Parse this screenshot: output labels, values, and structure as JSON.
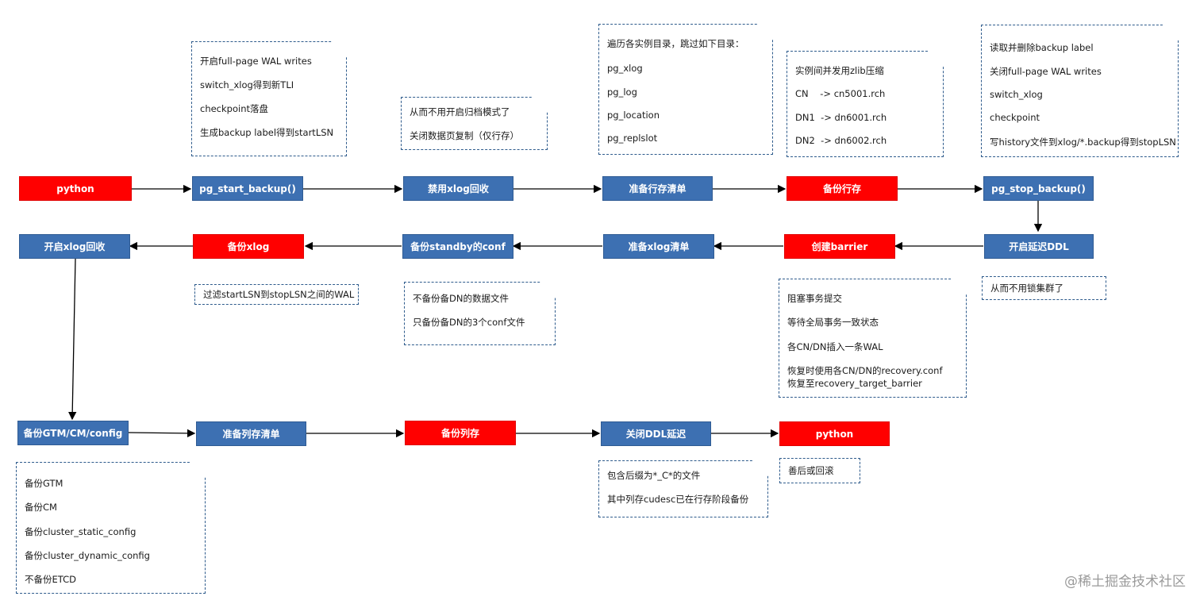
{
  "nodes": {
    "python_start": "python",
    "pg_start_backup": "pg_start_backup()",
    "disable_xlog_recycle": "禁用xlog回收",
    "prepare_row_list": "准备行存清单",
    "backup_row": "备份行存",
    "pg_stop_backup": "pg_stop_backup()",
    "enable_ddl_delay": "开启延迟DDL",
    "create_barrier": "创建barrier",
    "prepare_xlog_list": "准备xlog清单",
    "backup_standby_conf": "备份standby的conf",
    "backup_xlog": "备份xlog",
    "enable_xlog_recycle": "开启xlog回收",
    "backup_gtm_cm_config": "备份GTM/CM/config",
    "prepare_column_list": "准备列存清单",
    "backup_column": "备份列存",
    "disable_ddl_delay": "关闭DDL延迟",
    "python_end": "python"
  },
  "notes": {
    "start_backup": [
      "开启full-page WAL writes",
      "switch_xlog得到新TLI",
      "checkpoint落盘",
      "生成backup label得到startLSN"
    ],
    "archive": [
      "从而不用开启归档模式了",
      "关闭数据页复制（仅行存）"
    ],
    "traverse": [
      "遍历各实例目录，跳过如下目录：",
      "pg_xlog",
      "pg_log",
      "pg_location",
      "pg_replslot"
    ],
    "compress": [
      "实例间并发用zlib压缩",
      "CN    -> cn5001.rch",
      "DN1  -> dn6001.rch",
      "DN2  -> dn6002.rch"
    ],
    "stop_backup": [
      "读取并删除backup label",
      "关闭full-page WAL writes",
      "switch_xlog",
      "checkpoint",
      "写history文件到xlog/*.backup得到stopLSN"
    ],
    "filter_wal": [
      "过滤startLSN到stopLSN之间的WAL"
    ],
    "standby_files": [
      "不备份备DN的数据文件",
      "只备份备DN的3个conf文件"
    ],
    "barrier": [
      "阻塞事务提交",
      "等待全局事务一致状态",
      "各CN/DN插入一条WAL",
      "恢复时使用各CN/DN的recovery.conf",
      "恢复至recovery_target_barrier"
    ],
    "no_lock": [
      "从而不用锁集群了"
    ],
    "gtm_cm": [
      "备份GTM",
      "备份CM",
      "备份cluster_static_config",
      "备份cluster_dynamic_config",
      "不备份ETCD"
    ],
    "cudesc": [
      "包含后缀为*_C*的文件",
      "其中列存cudesc已在行存阶段备份"
    ],
    "cleanup": [
      "善后或回滚"
    ]
  },
  "watermark": "@稀土掘金技术社区",
  "colors": {
    "blue": "#3d70b2",
    "red": "#ff0000",
    "note_border": "#2e5b8c"
  }
}
